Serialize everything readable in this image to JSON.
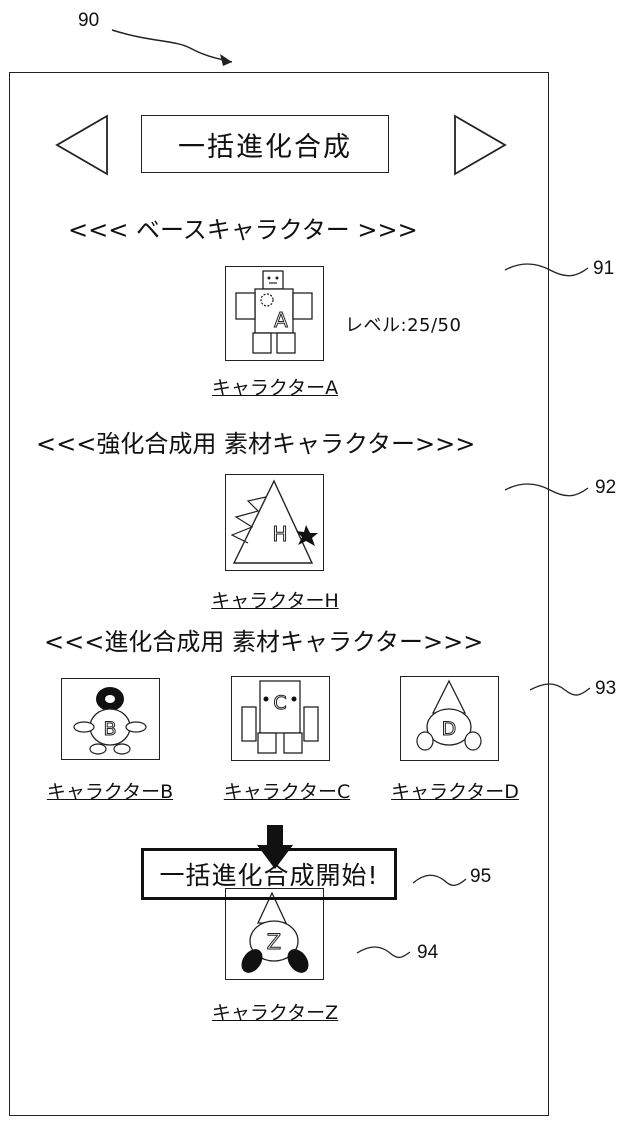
{
  "refs": {
    "screen": "90",
    "base_section": "91",
    "enhance_section": "92",
    "evolve_section": "93",
    "result_section": "94",
    "start_button": "95"
  },
  "header": {
    "title": "一括進化合成",
    "prev_icon": "triangle-left-icon",
    "next_icon": "triangle-right-icon"
  },
  "base": {
    "heading": "<<<  ベースキャラクター  >>>",
    "character_name": "キャラクターA",
    "icon_letter": "A",
    "level_text": "レベル:25/50"
  },
  "enhance": {
    "heading": "<<<強化合成用 素材キャラクター>>>",
    "character_name": "キャラクターH",
    "icon_letter": "H"
  },
  "evolve": {
    "heading": "<<<進化合成用 素材キャラクター>>>",
    "characters": [
      {
        "name": "キャラクターB",
        "letter": "B"
      },
      {
        "name": "キャラクターC",
        "letter": "C"
      },
      {
        "name": "キャラクターD",
        "letter": "D"
      }
    ]
  },
  "result": {
    "arrow_icon": "arrow-down-icon",
    "character_name": "キャラクターZ",
    "icon_letter": "Z"
  },
  "start_button": {
    "label": "一括進化合成開始!"
  }
}
